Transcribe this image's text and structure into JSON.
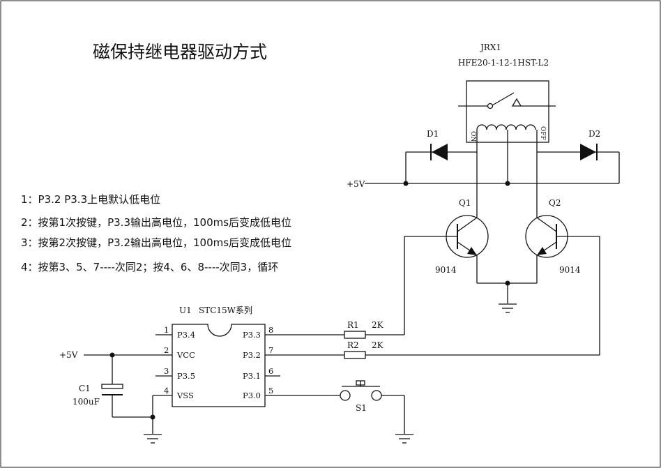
{
  "title": "磁保持继电器驱动方式",
  "notes": [
    "1：P3.2 P3.3上电默认低电位",
    "2：按第1次按键，P3.3输出高电位，100ms后变成低电位",
    "3：按第2次按键，P3.2输出高电位，100ms后变成低电位",
    "4：按第3、5、7----次同2；按4、6、8----次同3，循环"
  ],
  "relay": {
    "ref": "JRX1",
    "part": "HFE20-1-12-1HST-L2",
    "on_label": "ON",
    "off_label": "OFF"
  },
  "diodes": {
    "d1": "D1",
    "d2": "D2"
  },
  "supply_top": "+5V",
  "transistors": {
    "q1": "Q1",
    "q1_part": "9014",
    "q2": "Q2",
    "q2_part": "9014"
  },
  "mcu": {
    "ref": "U1",
    "part": "STC15W系列",
    "left_pins": [
      {
        "num": "1",
        "name": "P3.4"
      },
      {
        "num": "2",
        "name": "VCC"
      },
      {
        "num": "3",
        "name": "P3.5"
      },
      {
        "num": "4",
        "name": "VSS"
      }
    ],
    "right_pins": [
      {
        "num": "8",
        "name": "P3.3"
      },
      {
        "num": "7",
        "name": "P3.2"
      },
      {
        "num": "6",
        "name": "P3.1"
      },
      {
        "num": "5",
        "name": "P3.0"
      }
    ]
  },
  "resistors": {
    "r1": "R1",
    "r1_value": "2K",
    "r2": "R2",
    "r2_value": "2K"
  },
  "supply_left": "+5V",
  "capacitor": {
    "ref": "C1",
    "value": "100uF"
  },
  "switch": {
    "ref": "S1"
  }
}
